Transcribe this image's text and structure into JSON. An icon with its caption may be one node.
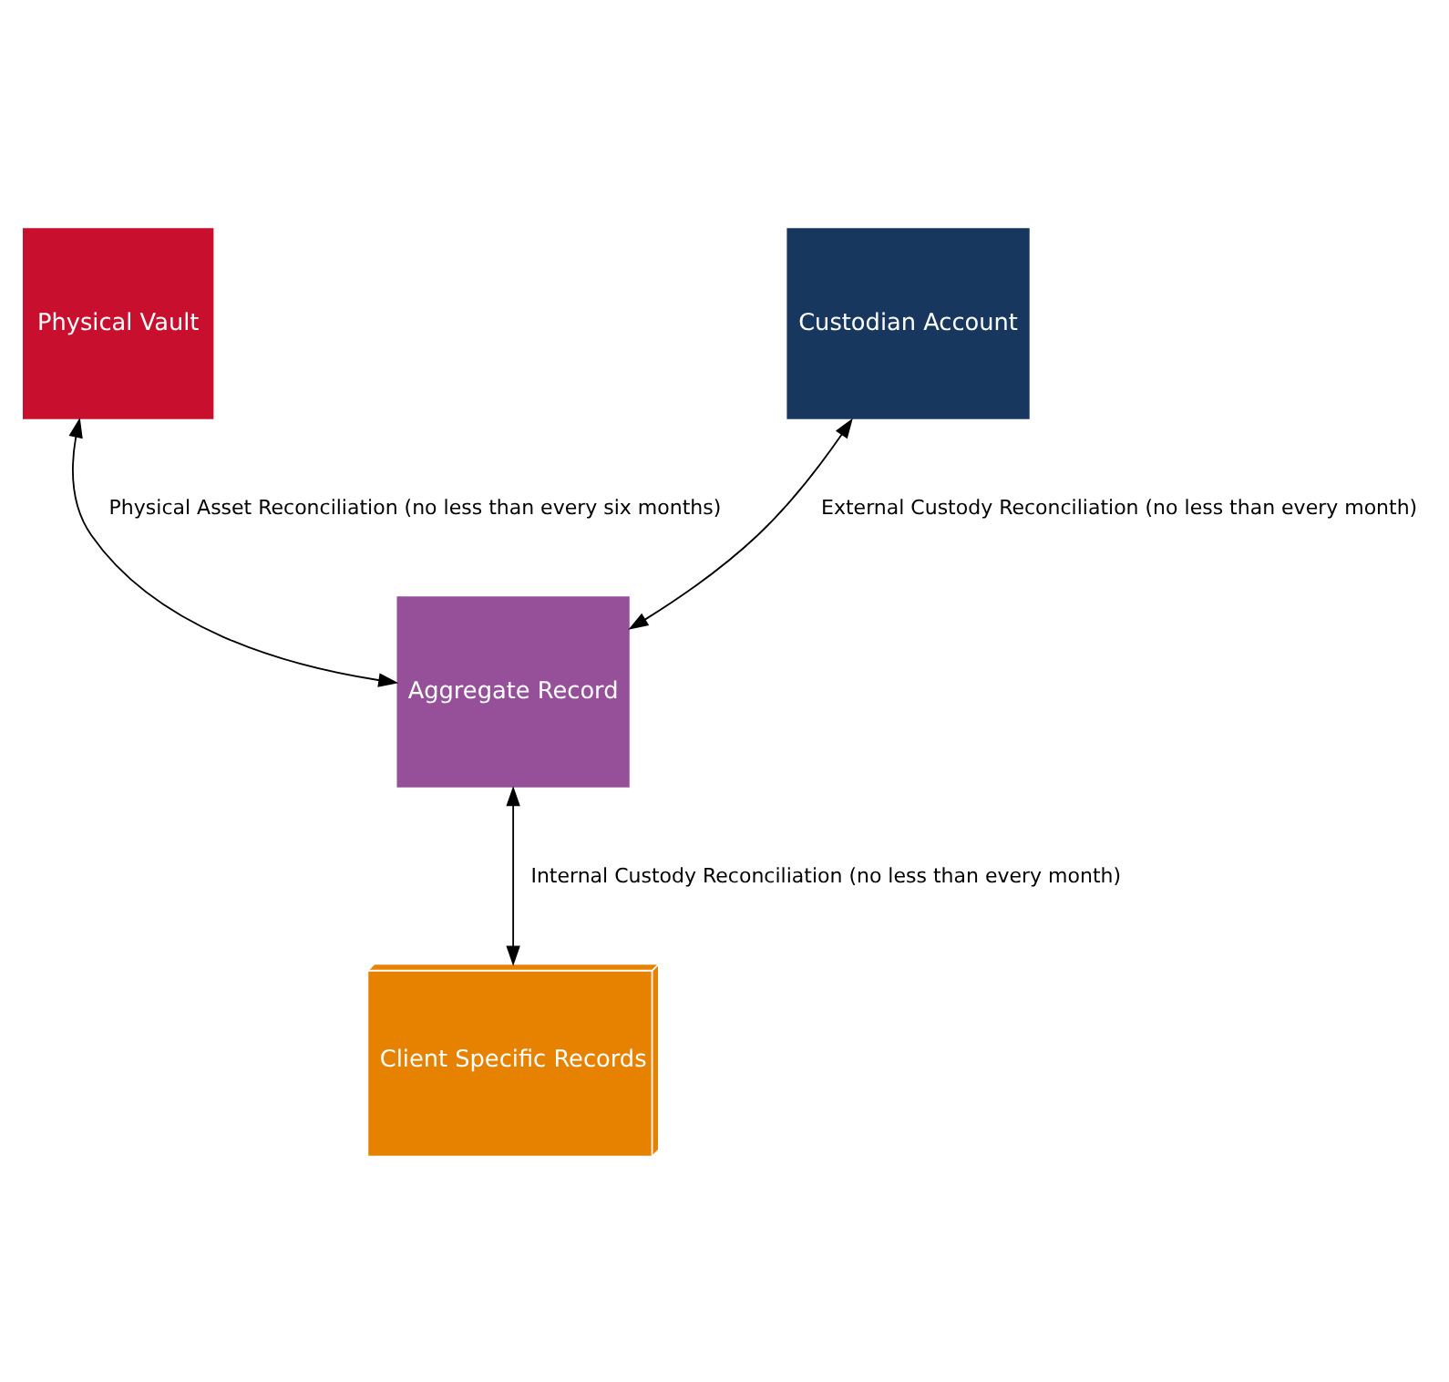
{
  "diagram": {
    "nodes": [
      {
        "text": [
          "Physical Vault"
        ]
      },
      {
        "text": [
          "Custodian Account"
        ]
      },
      {
        "text": [
          "Aggregate Record"
        ]
      },
      {
        "text": [
          "Client Specific Records"
        ]
      }
    ],
    "edges": [
      {
        "from": 2,
        "to": 0,
        "arrow": "both",
        "label": "Physical Asset Reconciliation (no less than every six months)"
      },
      {
        "from": 1,
        "to": 2,
        "arrow": "both",
        "label": "External Custody Reconciliation (no less than every month)"
      },
      {
        "from": 2,
        "to": 3,
        "arrow": "both",
        "label": "Internal Custody Reconciliation (no less than every month)"
      }
    ]
  }
}
